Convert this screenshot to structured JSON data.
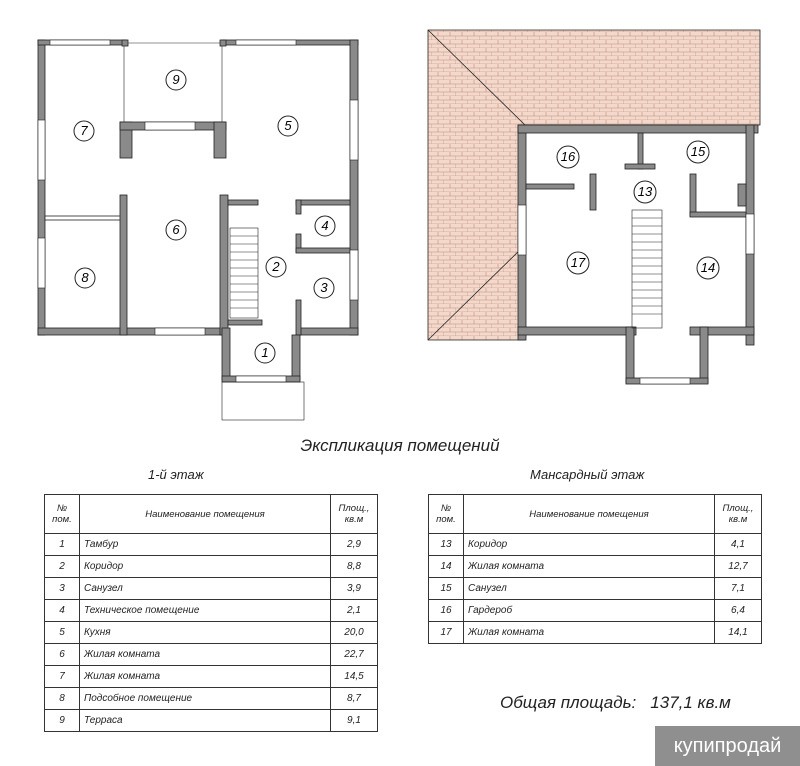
{
  "rooms_labels": {
    "r1": "1",
    "r2": "2",
    "r3": "3",
    "r4": "4",
    "r5": "5",
    "r6": "6",
    "r7": "7",
    "r8": "8",
    "r9": "9",
    "r13": "13",
    "r14": "14",
    "r15": "15",
    "r16": "16",
    "r17": "17"
  },
  "title": "Экспликация помещений",
  "floor1": {
    "label": "1-й этаж",
    "headers": {
      "num": "№ пом.",
      "name": "Наименование помещения",
      "area": "Площ., кв.м"
    },
    "rows": [
      {
        "n": "1",
        "name": "Тамбур",
        "area": "2,9"
      },
      {
        "n": "2",
        "name": "Коридор",
        "area": "8,8"
      },
      {
        "n": "3",
        "name": "Санузел",
        "area": "3,9"
      },
      {
        "n": "4",
        "name": "Техническое помещение",
        "area": "2,1"
      },
      {
        "n": "5",
        "name": "Кухня",
        "area": "20,0"
      },
      {
        "n": "6",
        "name": "Жилая комната",
        "area": "22,7"
      },
      {
        "n": "7",
        "name": "Жилая комната",
        "area": "14,5"
      },
      {
        "n": "8",
        "name": "Подсобное помещение",
        "area": "8,7"
      },
      {
        "n": "9",
        "name": "Терраса",
        "area": "9,1"
      }
    ]
  },
  "attic": {
    "label": "Мансардный этаж",
    "headers": {
      "num": "№ пом.",
      "name": "Наименование помещения",
      "area": "Площ., кв.м"
    },
    "rows": [
      {
        "n": "13",
        "name": "Коридор",
        "area": "4,1"
      },
      {
        "n": "14",
        "name": "Жилая комната",
        "area": "12,7"
      },
      {
        "n": "15",
        "name": "Санузел",
        "area": "7,1"
      },
      {
        "n": "16",
        "name": "Гардероб",
        "area": "6,4"
      },
      {
        "n": "17",
        "name": "Жилая комната",
        "area": "14,1"
      }
    ]
  },
  "total": {
    "label": "Общая площадь:",
    "value": "137,1 кв.м"
  },
  "watermark": "купипродай",
  "colors": {
    "wall": "#888888",
    "roof": "#f2d6c8",
    "roof_line": "#b07060"
  }
}
